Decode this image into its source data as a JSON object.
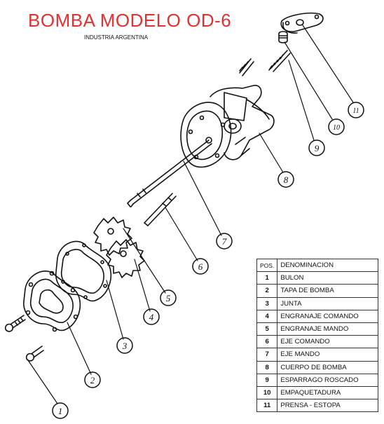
{
  "header": {
    "title": "BOMBA MODELO OD-6",
    "subtitle": "INDUSTRIA ARGENTINA"
  },
  "callouts": [
    "1",
    "2",
    "3",
    "4",
    "5",
    "6",
    "7",
    "8",
    "9",
    "10",
    "11"
  ],
  "table": {
    "head": {
      "pos": "POS.",
      "denominacion": "DENOMINACION"
    },
    "rows": [
      {
        "pos": "1",
        "denominacion": "BULON"
      },
      {
        "pos": "2",
        "denominacion": "TAPA DE BOMBA"
      },
      {
        "pos": "3",
        "denominacion": "JUNTA"
      },
      {
        "pos": "4",
        "denominacion": "ENGRANAJE COMANDO"
      },
      {
        "pos": "5",
        "denominacion": "ENGRANAJE MANDO"
      },
      {
        "pos": "6",
        "denominacion": "EJE COMANDO"
      },
      {
        "pos": "7",
        "denominacion": "EJE MANDO"
      },
      {
        "pos": "8",
        "denominacion": "CUERPO DE BOMBA"
      },
      {
        "pos": "9",
        "denominacion": "ESPARRAGO ROSCADO"
      },
      {
        "pos": "10",
        "denominacion": "EMPAQUETADURA"
      },
      {
        "pos": "11",
        "denominacion": "PRENSA - ESTOPA"
      }
    ]
  }
}
